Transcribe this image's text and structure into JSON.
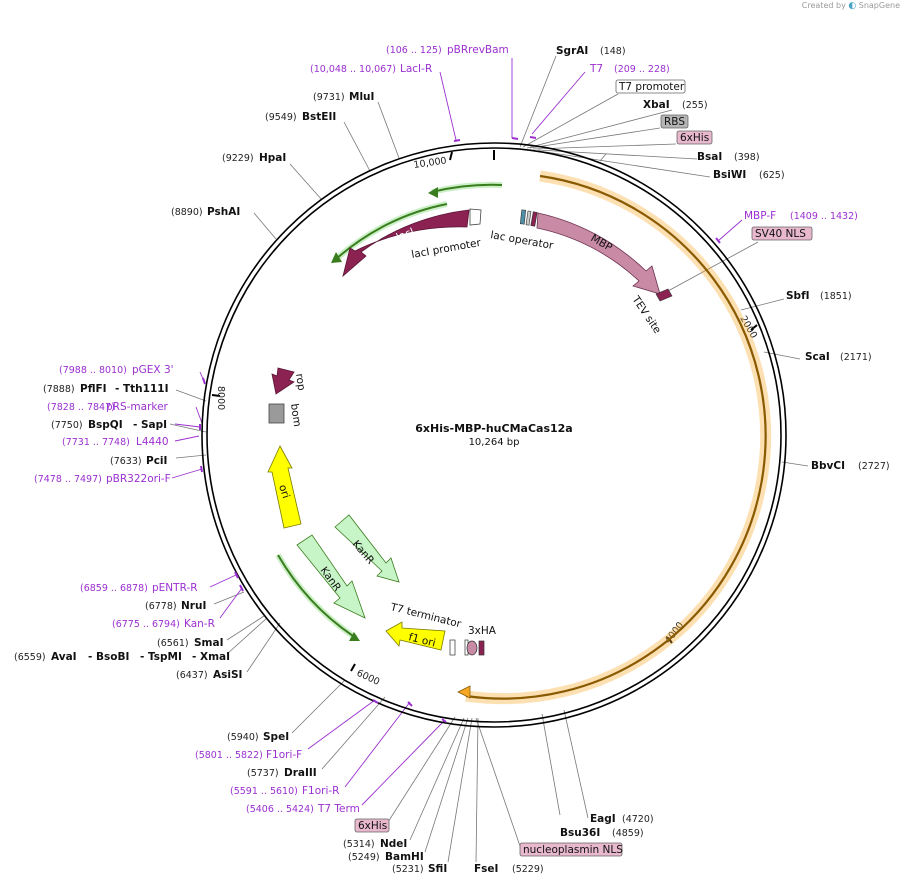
{
  "watermark": {
    "created_by": "Created by",
    "brand": "SnapGene"
  },
  "plasmid": {
    "name": "6xHis-MBP-huCMaCas12a",
    "length_label": "10,264 bp"
  },
  "ticks": [
    "10,000",
    "2000",
    "4000",
    "6000",
    "8000"
  ],
  "colors": {
    "prime": "#9b30d0",
    "feature_dark": "#8b2252",
    "mbp": "#c98aa6",
    "green_light": "#c8f5c8",
    "green_dark": "#3a7d1e",
    "ori": "#ffff00",
    "orange": "#f5a623",
    "boxed_pink": "#e8b8cc",
    "boxed_gray": "#b4b4b4"
  },
  "enzymes": [
    {
      "name": "SgrAI",
      "pos": "(148)"
    },
    {
      "name": "XbaI",
      "pos": "(255)"
    },
    {
      "name": "BsaI",
      "pos": "(398)"
    },
    {
      "name": "BsiWI",
      "pos": "(625)"
    },
    {
      "name": "SbfI",
      "pos": "(1851)"
    },
    {
      "name": "ScaI",
      "pos": "(2171)"
    },
    {
      "name": "BbvCI",
      "pos": "(2727)"
    },
    {
      "name": "EagI",
      "pos": "(4720)"
    },
    {
      "name": "Bsu36I",
      "pos": "(4859)"
    },
    {
      "name": "FseI",
      "pos": "(5229)"
    },
    {
      "name": "SfiI",
      "pos": "(5231)"
    },
    {
      "name": "BamHI",
      "pos": "(5249)"
    },
    {
      "name": "NdeI",
      "pos": "(5314)"
    },
    {
      "name": "DraIII",
      "pos": "(5737)"
    },
    {
      "name": "SpeI",
      "pos": "(5940)"
    },
    {
      "name": "AsiSI",
      "pos": "(6437)"
    },
    {
      "name": "SmaI",
      "pos": "(6561)"
    },
    {
      "name": "NruI",
      "pos": "(6778)"
    },
    {
      "name": "PciI",
      "pos": "(7633)"
    },
    {
      "name": "PflFI",
      "pos": "(7888)"
    },
    {
      "name": "Tth111I",
      "pos": ""
    },
    {
      "name": "BspQI",
      "pos": "(7750)"
    },
    {
      "name": "SapI",
      "pos": ""
    },
    {
      "name": "PshAI",
      "pos": "(8890)"
    },
    {
      "name": "HpaI",
      "pos": "(9229)"
    },
    {
      "name": "BstEII",
      "pos": "(9549)"
    },
    {
      "name": "MluI",
      "pos": "(9731)"
    }
  ],
  "ava_line": {
    "pos": "(6559)",
    "names": [
      "AvaI",
      "BsoBI",
      "TspMI",
      "XmaI"
    ]
  },
  "primers": [
    {
      "name": "pBRrevBam",
      "range": "(106 .. 125)"
    },
    {
      "name": "LacI-R",
      "range": "(10,048 .. 10,067)"
    },
    {
      "name": "T7",
      "range": "(209 .. 228)"
    },
    {
      "name": "MBP-F",
      "range": "(1409 .. 1432)"
    },
    {
      "name": "pGEX 3'",
      "range": "(7988 .. 8010)"
    },
    {
      "name": "pRS-marker",
      "range": "(7828 .. 7847)"
    },
    {
      "name": "L4440",
      "range": "(7731 .. 7748)"
    },
    {
      "name": "pBR322ori-F",
      "range": "(7478 .. 7497)"
    },
    {
      "name": "pENTR-R",
      "range": "(6859 .. 6878)"
    },
    {
      "name": "Kan-R",
      "range": "(6775 .. 6794)"
    },
    {
      "name": "F1ori-F",
      "range": "(5801 .. 5822)"
    },
    {
      "name": "F1ori-R",
      "range": "(5591 .. 5610)"
    },
    {
      "name": "T7 Term",
      "range": "(5406 .. 5424)"
    }
  ],
  "boxed_features": [
    {
      "label": "T7 promoter"
    },
    {
      "label": "RBS"
    },
    {
      "label": "6xHis"
    },
    {
      "label": "SV40 NLS"
    },
    {
      "label": "6xHis"
    },
    {
      "label": "nucleoplasmin NLS"
    }
  ],
  "features": [
    {
      "label": "lacI"
    },
    {
      "label": "lacI promoter"
    },
    {
      "label": "lac operator"
    },
    {
      "label": "MBP"
    },
    {
      "label": "TEV site"
    },
    {
      "label": "rop"
    },
    {
      "label": "bom"
    },
    {
      "label": "ori"
    },
    {
      "label": "KanR"
    },
    {
      "label": "KanR"
    },
    {
      "label": "T7 terminator"
    },
    {
      "label": "f1 ori"
    },
    {
      "label": "3xHA"
    }
  ]
}
